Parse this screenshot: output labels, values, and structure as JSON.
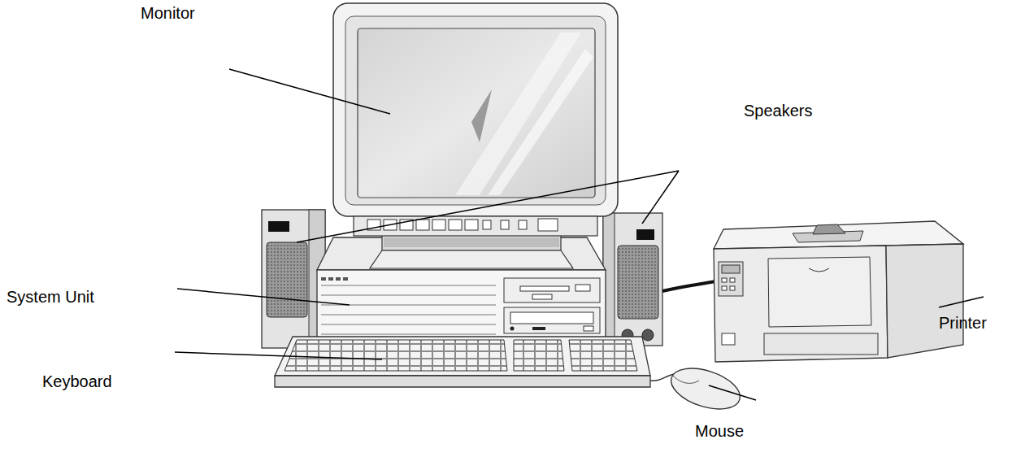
{
  "diagram": {
    "labels": [
      "Monitor",
      "Speakers",
      "System Unit",
      "Keyboard",
      "Printer",
      "Mouse"
    ]
  }
}
